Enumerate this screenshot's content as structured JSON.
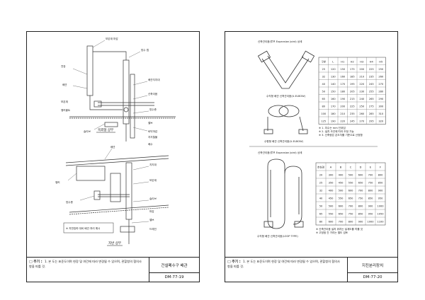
{
  "left": {
    "fig1_caption": "옥외형 상부",
    "fig2_caption": "지반 상부",
    "fig1_labels": [
      "보온재 마감",
      "방수 캡",
      "배관지지대",
      "신축이음",
      "방수층",
      "바닥마감",
      "천장",
      "배관",
      "슬리브",
      "보온재",
      "지지철물",
      "앵커볼트",
      "배수",
      "밸브"
    ],
    "fig2_labels": [
      "배관",
      "지지대",
      "보온재",
      "슬리브",
      "밸브",
      "앵커",
      "방수층",
      "마감",
      "드레인"
    ],
    "fig2_note": "※ 지반침하 대비 배관 처리 예시",
    "note_label": "□ 주기 :",
    "note_text": "1. 본 도는 표준도이며 현장 및 여건에 따라 변경될 수 있으며, 관할청의 협의사항을 따를 것.",
    "title": "건설폐수구 배관",
    "code": "DM-77-19"
  },
  "right": {
    "fig_top_heading": "신축관이음(루프 Expansion Joint) 상세",
    "fig_top_caption1": "수직형 배관 신축관이음(U-ELBOW)",
    "fig_top_caption2": "수평형 배관 신축관이음(U-ELBOW)",
    "table1": {
      "headers": [
        "구분",
        "L",
        "H1",
        "H2",
        "H3",
        "H4",
        "H5"
      ],
      "rows": [
        [
          "25",
          "120",
          "150",
          "175",
          "200",
          "225",
          "250"
        ],
        [
          "32",
          "130",
          "160",
          "185",
          "210",
          "235",
          "260"
        ],
        [
          "40",
          "140",
          "170",
          "195",
          "220",
          "245",
          "270"
        ],
        [
          "50",
          "150",
          "180",
          "205",
          "230",
          "255",
          "280"
        ],
        [
          "65",
          "160",
          "190",
          "215",
          "240",
          "265",
          "290"
        ],
        [
          "80",
          "170",
          "200",
          "225",
          "250",
          "275",
          "300"
        ],
        [
          "100",
          "180",
          "210",
          "235",
          "260",
          "285",
          "310"
        ],
        [
          "125",
          "190",
          "220",
          "245",
          "270",
          "295",
          "320"
        ]
      ],
      "notes": [
        "※ 1. 치수는 mm 단위임",
        "※ 2. 설치 조건에 따라 조정 가능",
        "※ 3. 신축량은 온도차를 기준으로 산정함"
      ]
    },
    "fig_bottom_heading": "신축관이음(루프 Expansion Joint) 상세",
    "fig_bottom_caption": "수직형 배관 신축관이음(LOOP TYPE)",
    "table2": {
      "headers": [
        "호칭경",
        "A",
        "B",
        "C",
        "D",
        "E",
        "F"
      ],
      "rows": [
        [
          "20",
          "300",
          "400",
          "500",
          "600",
          "700",
          "800"
        ],
        [
          "25",
          "350",
          "450",
          "550",
          "650",
          "750",
          "850"
        ],
        [
          "32",
          "400",
          "500",
          "600",
          "700",
          "800",
          "900"
        ],
        [
          "40",
          "450",
          "550",
          "650",
          "750",
          "850",
          "950"
        ],
        [
          "50",
          "500",
          "600",
          "700",
          "800",
          "900",
          "1000"
        ],
        [
          "65",
          "550",
          "650",
          "750",
          "850",
          "950",
          "1050"
        ],
        [
          "80",
          "600",
          "700",
          "800",
          "900",
          "1000",
          "1100"
        ]
      ],
      "notes": [
        "※ 신축관이음 설치 위치는 설계도를 따를 것",
        "※ 고정점 간 거리는 별도 검토"
      ]
    },
    "note_label": "□ 주기 :",
    "note_text": "1. 본 도는 표준도이며 현장 및 여건에 따라 변경될 수 있으며, 관할청의 협의사항을 따를 것.",
    "title": "지진분리장치",
    "code": "DM-77-20"
  }
}
